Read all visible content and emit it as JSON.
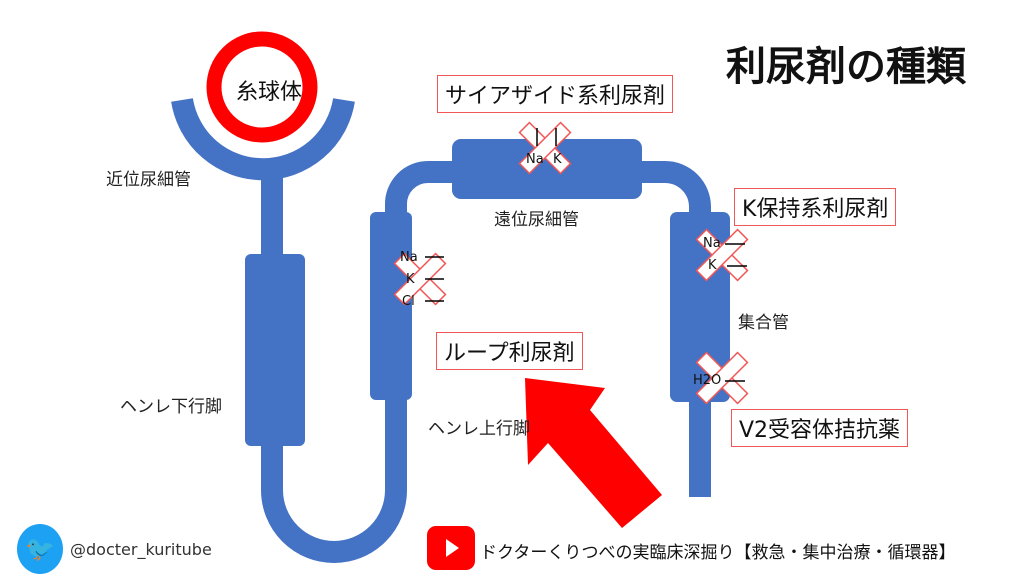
{
  "title": "利尿剤の種類",
  "structures": {
    "glomerulus": "糸球体",
    "proximal_tubule": "近位尿細管",
    "descending_limb": "ヘンレ下行脚",
    "ascending_limb": "ヘンレ上行脚",
    "distal_tubule": "遠位尿細管",
    "collecting_duct": "集合管"
  },
  "drugs": {
    "thiazide": "サイアザイド系利尿剤",
    "loop": "ループ利尿剤",
    "k_sparing": "K保持系利尿剤",
    "v2": "V2受容体拮抗薬"
  },
  "ions": {
    "loop": [
      "Na",
      "K",
      "Cl"
    ],
    "distal": [
      "Na",
      "K"
    ],
    "k_sparing": [
      "Na",
      "K"
    ],
    "water": "H2O"
  },
  "footer": {
    "twitter_handle": "@docter_kuritube",
    "youtube_channel": "ドクターくりつべの実臨床深掘り【救急・集中治療・循環器】"
  },
  "colors": {
    "tubule": "#4472C4",
    "glomerulus": "#FF0000",
    "block": "#F25757",
    "twitter": "#1DA1F2",
    "youtube": "#FF0000"
  }
}
